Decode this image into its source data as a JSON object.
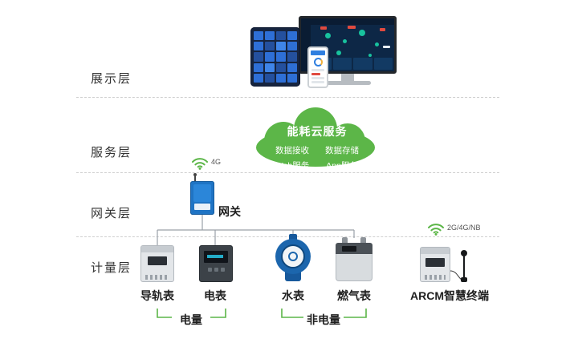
{
  "layers": [
    {
      "id": "display",
      "label": "展示层"
    },
    {
      "id": "service",
      "label": "服务层"
    },
    {
      "id": "gateway",
      "label": "网关层"
    },
    {
      "id": "metering",
      "label": "计量层"
    }
  ],
  "cloud": {
    "title": "能耗云服务",
    "items": [
      "数据接收",
      "数据存储",
      "Web服务",
      "App服务"
    ]
  },
  "gateway": {
    "label": "网关",
    "wireless_label": "4G"
  },
  "arcm": {
    "wireless_label": "2G/4G/NB"
  },
  "meters": [
    {
      "label": "导轨表"
    },
    {
      "label": "电表"
    },
    {
      "label": "水表"
    },
    {
      "label": "燃气表"
    },
    {
      "label": "ARCM智慧终端"
    }
  ],
  "groups": [
    {
      "label": "电量"
    },
    {
      "label": "非电量"
    }
  ],
  "colors": {
    "cloud_green": "#5cb648",
    "gateway_blue": "#1f74c4",
    "water_blue": "#1c66ad",
    "connector_gray": "#9aa1a8",
    "separator_gray": "#cfcfcf"
  }
}
